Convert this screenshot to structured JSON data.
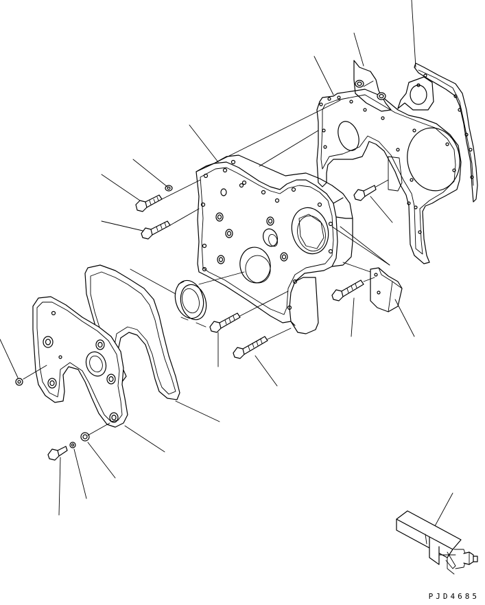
{
  "drawing_code": "PJD4685",
  "parts": [
    {
      "name": "gear-housing-gasket"
    },
    {
      "name": "front-gear-housing"
    },
    {
      "name": "front-oil-seal"
    },
    {
      "name": "front-cover"
    },
    {
      "name": "front-cover-gasket"
    },
    {
      "name": "bracket"
    },
    {
      "name": "flange-bolt"
    },
    {
      "name": "nut"
    },
    {
      "name": "washer"
    },
    {
      "name": "seal-installer-tool"
    }
  ]
}
